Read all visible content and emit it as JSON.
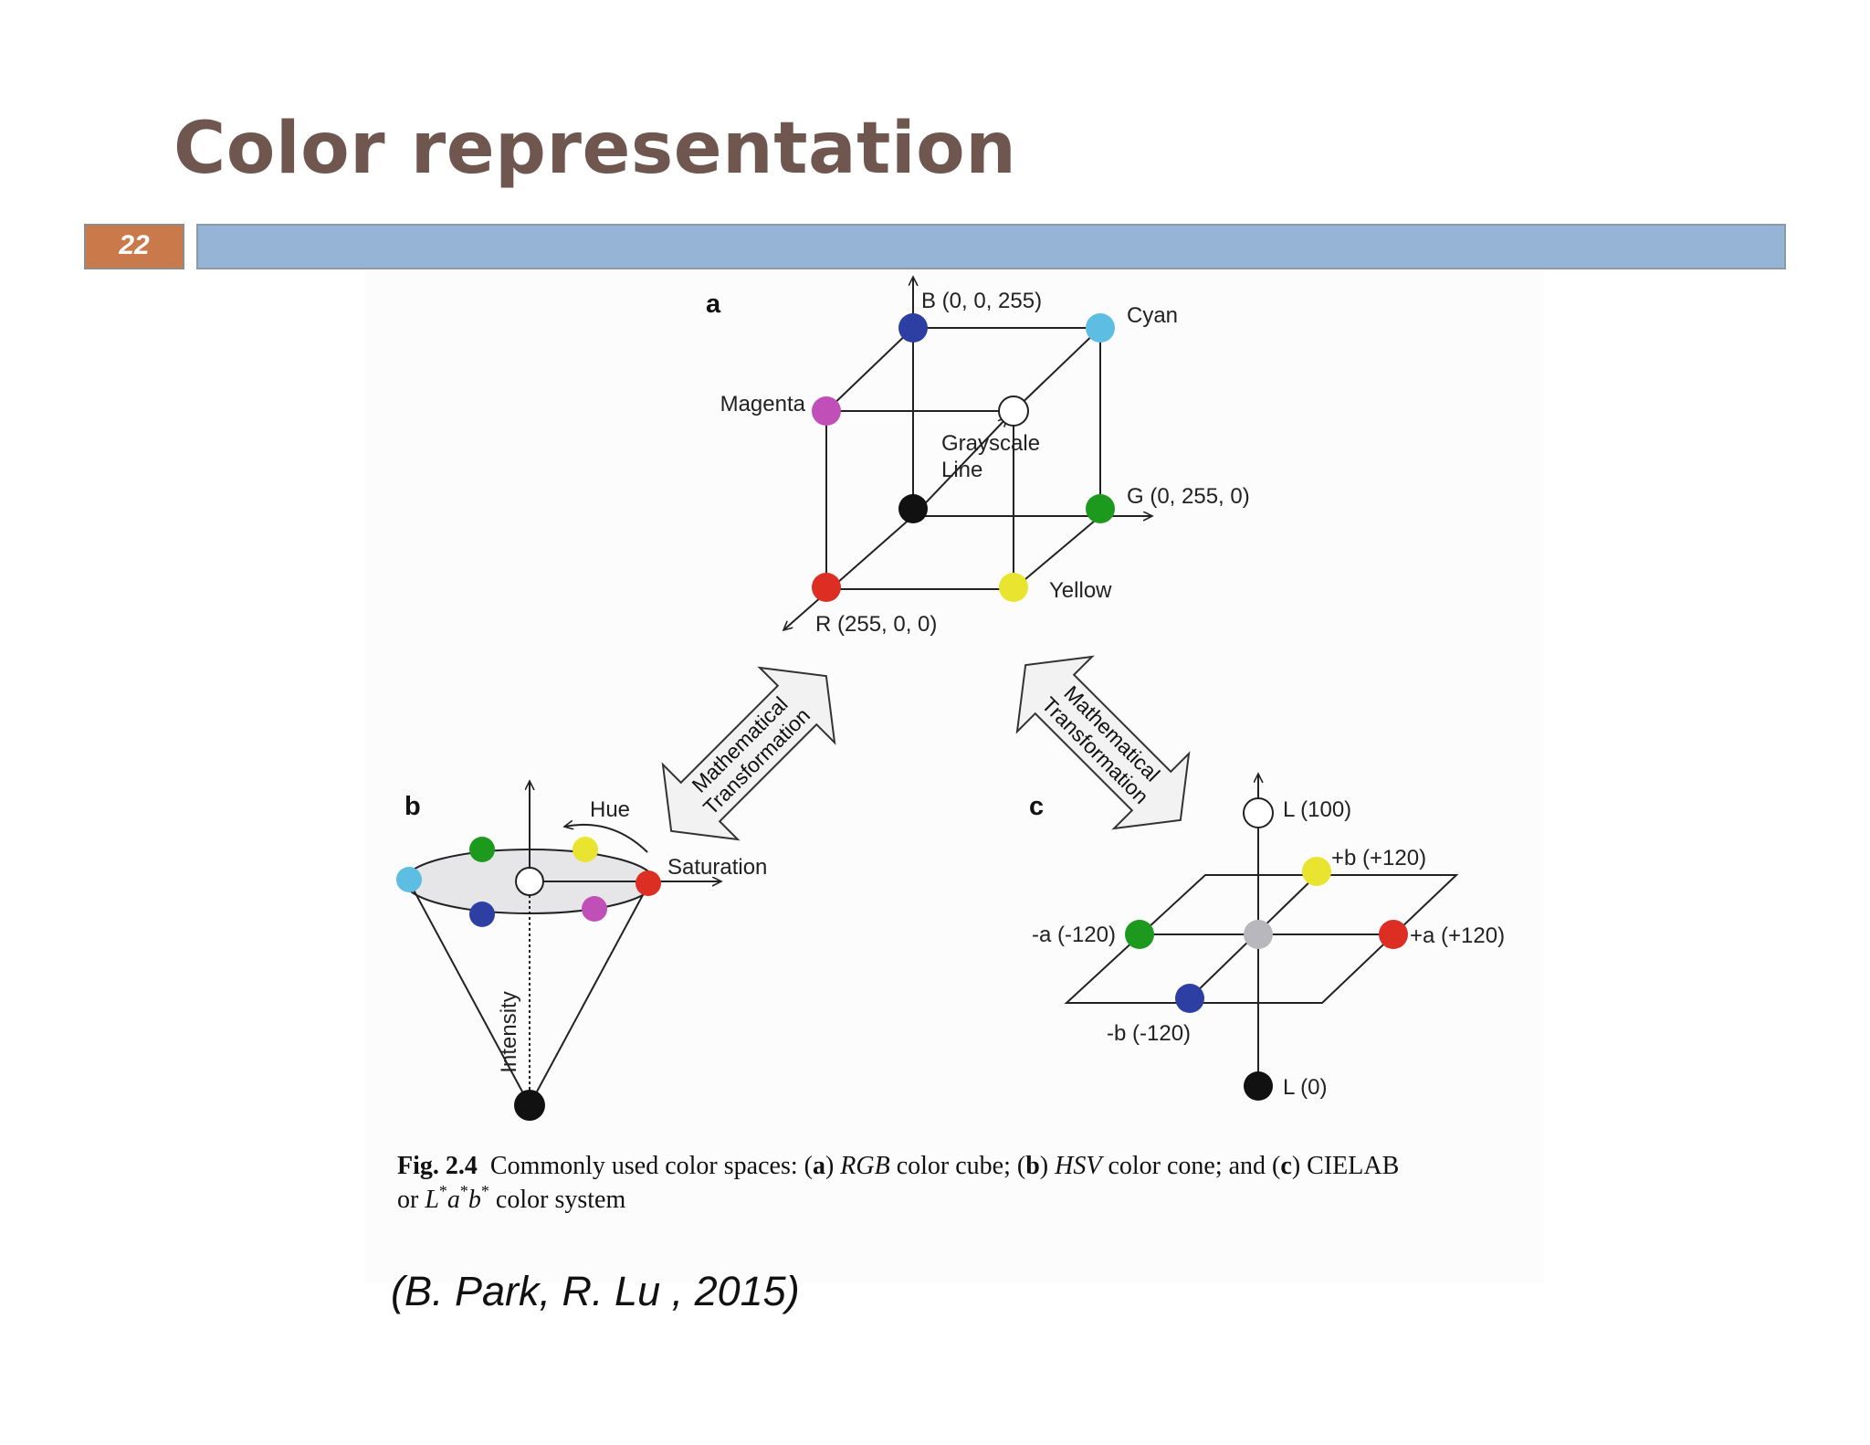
{
  "slide": {
    "title": "Color representation",
    "page_number": "22",
    "citation": "(B. Park, R. Lu , 2015)"
  },
  "colors": {
    "title": "#6f5750",
    "page_box": "#c9794a",
    "header_bar": "#95b4d6",
    "blue": "#2e3fa3",
    "cyan": "#5dbde3",
    "magenta": "#c04fb8",
    "white": "#ffffff",
    "black": "#111111",
    "green": "#1d9a1d",
    "red": "#dd2e24",
    "yellow": "#e8e430",
    "gray": "#b8b8bc"
  },
  "figure": {
    "panel_a": {
      "label": "a",
      "blue_label": "B (0, 0, 255)",
      "cyan_label": "Cyan",
      "magenta_label": "Magenta",
      "grayscale_label_1": "Grayscale",
      "grayscale_label_2": "Line",
      "green_label": "G (0, 255, 0)",
      "yellow_label": "Yellow",
      "red_label": "R (255, 0, 0)"
    },
    "transform_left": {
      "line1": "Mathematical",
      "line2": "Transformation"
    },
    "transform_right": {
      "line1": "Mathematical",
      "line2": "Transformation"
    },
    "panel_b": {
      "label": "b",
      "hue_label": "Hue",
      "saturation_label": "Saturation",
      "intensity_label": "Intensity"
    },
    "panel_c": {
      "label": "c",
      "l_top_label": "L (100)",
      "b_pos_label": "+b (+120)",
      "a_neg_label": "-a (-120)",
      "a_pos_label": "+a (+120)",
      "b_neg_label": "-b (-120)",
      "l_bottom_label": "L (0)"
    },
    "caption": {
      "fig_label": "Fig. 2.4",
      "text_1": "Commonly used color spaces: (",
      "a": "a",
      "rgb": "RGB",
      "text_2": " color cube; (",
      "b": "b",
      "hsv": "HSV",
      "text_3": " color cone; and (",
      "c": "c",
      "text_4": ") CIELAB",
      "text_5": "or ",
      "lab_l": "L",
      "lab_a": "a",
      "lab_b": "b",
      "star": "*",
      "text_6": " color system"
    }
  }
}
